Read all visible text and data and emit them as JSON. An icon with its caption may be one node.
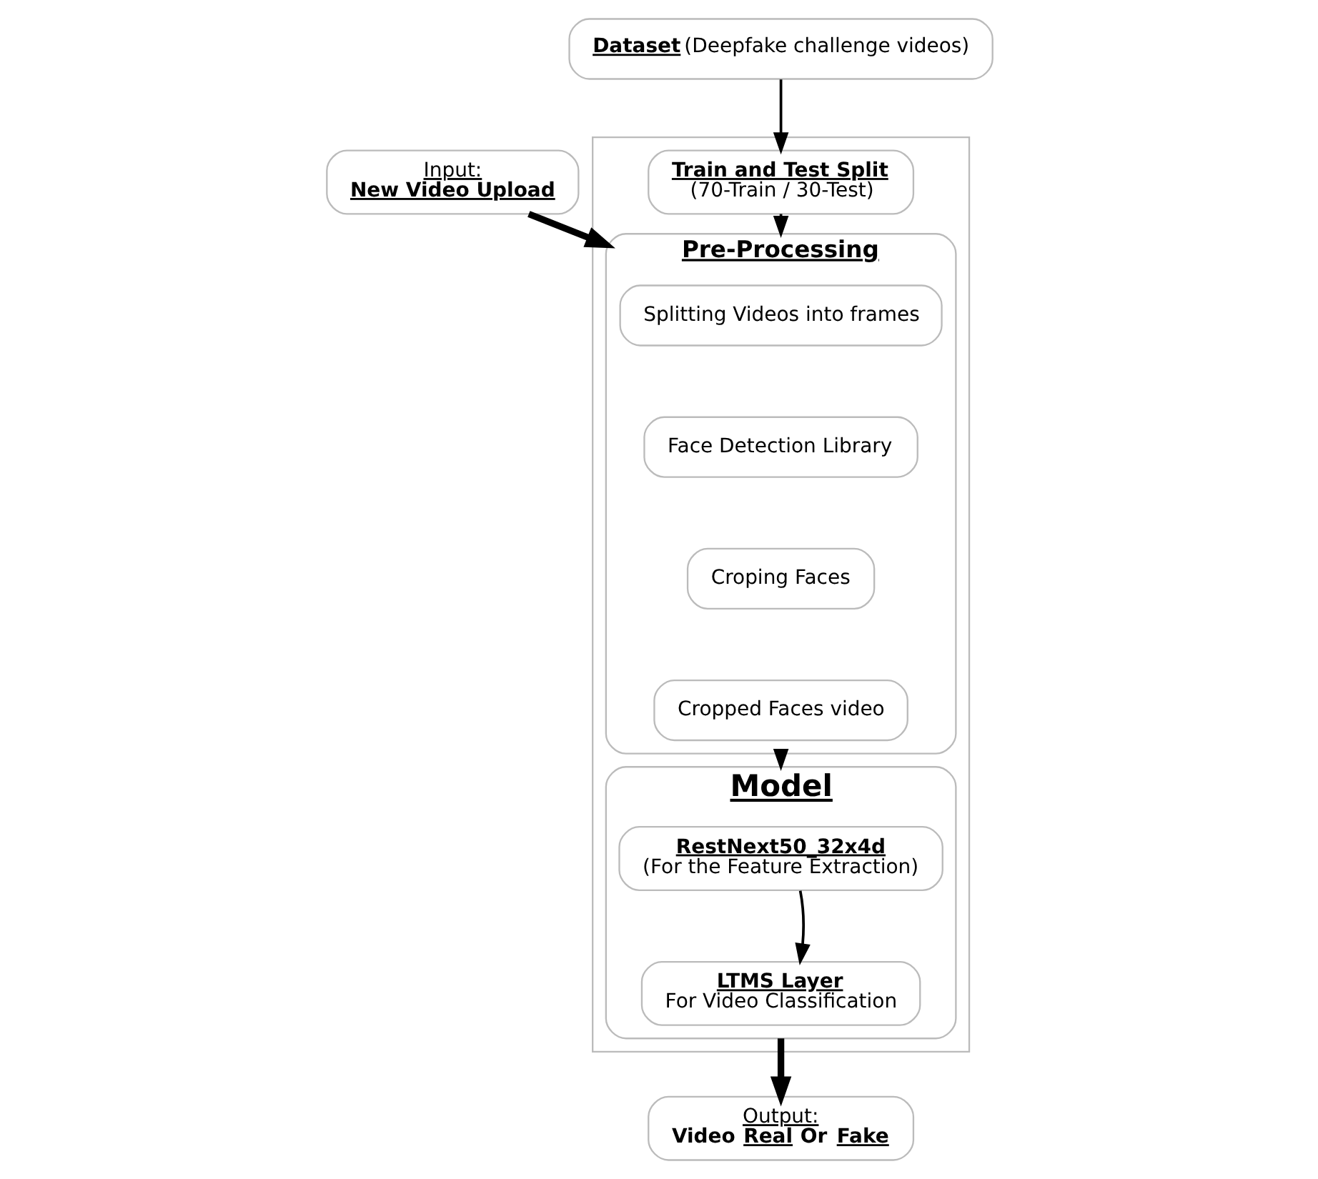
{
  "diagram": {
    "nodes": [
      {
        "text": [
          "**Dataset**(Deepfake challenge videos)"
        ]
      },
      {
        "text": [],
        "shape": "box"
      },
      {
        "text": [
          "Train and Test Split",
          "(70-Train / 30-Test)"
        ],
        "in": 1
      },
      {
        "text": [
          "Pre-Processing"
        ],
        "in": 1
      },
      {
        "text": [
          "Splitting Videos into frames"
        ],
        "in": 3
      },
      {
        "text": [
          "Face Detection Library"
        ],
        "in": 3
      },
      {
        "text": [
          "Croping Faces"
        ],
        "in": 3
      },
      {
        "text": [
          "Cropped Faces video"
        ],
        "in": 3
      },
      {
        "text": [
          "Model"
        ],
        "in": 1
      },
      {
        "text": [
          "RestNext50_32x4d",
          "(For the Feature Extraction)"
        ],
        "in": 8
      },
      {
        "text": [
          "LTMS Layer",
          "For Video Classification"
        ],
        "in": 8
      },
      {
        "text": [
          "Input:",
          "New Video Upload"
        ]
      },
      {
        "text": [
          "Output:",
          "Video **Real** Or **Fake**"
        ]
      }
    ],
    "edges": [
      {
        "from": 0,
        "to": 2,
        "arrow": "to"
      },
      {
        "from": 2,
        "to": 3,
        "arrow": "to"
      },
      {
        "from": 11,
        "to": 3,
        "arrow": "to",
        "style": "thick"
      },
      {
        "from": 3,
        "to": 8,
        "arrow": "to"
      },
      {
        "from": 9,
        "to": 10,
        "arrow": "to"
      },
      {
        "from": 8,
        "to": 12,
        "arrow": "to",
        "style": "thick"
      }
    ]
  }
}
